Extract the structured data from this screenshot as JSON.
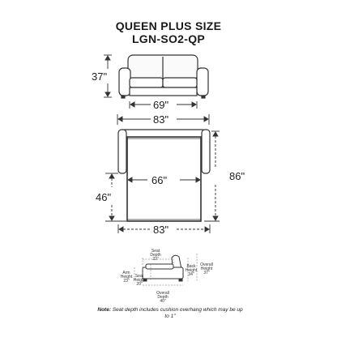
{
  "title": {
    "line1": "QUEEN PLUS SIZE",
    "line2": "LGN-SO2-QP"
  },
  "dimensions": {
    "front_height": "37\"",
    "front_seat_width": "69\"",
    "front_overall_width": "83\"",
    "bed_width": "66\"",
    "bed_overall_depth": "86\"",
    "bed_closed_depth": "46\"",
    "bed_overall_width": "83\""
  },
  "side_profile": {
    "seat_depth_label": "Seat\nDepth\n23\"",
    "arm_height_label": "Arm\nHeight\n23\"",
    "seat_height_label": "Seat\nHeight\n20\"",
    "back_height_label": "Back\nHeight\n34\"",
    "overall_height_label": "Overall\nHeight\n37\"",
    "overall_depth_label": "Overall\nDepth\n40\""
  },
  "note": {
    "prefix": "Note:",
    "text": "Seat depth includes cushion overhang which may be up to 1\""
  }
}
